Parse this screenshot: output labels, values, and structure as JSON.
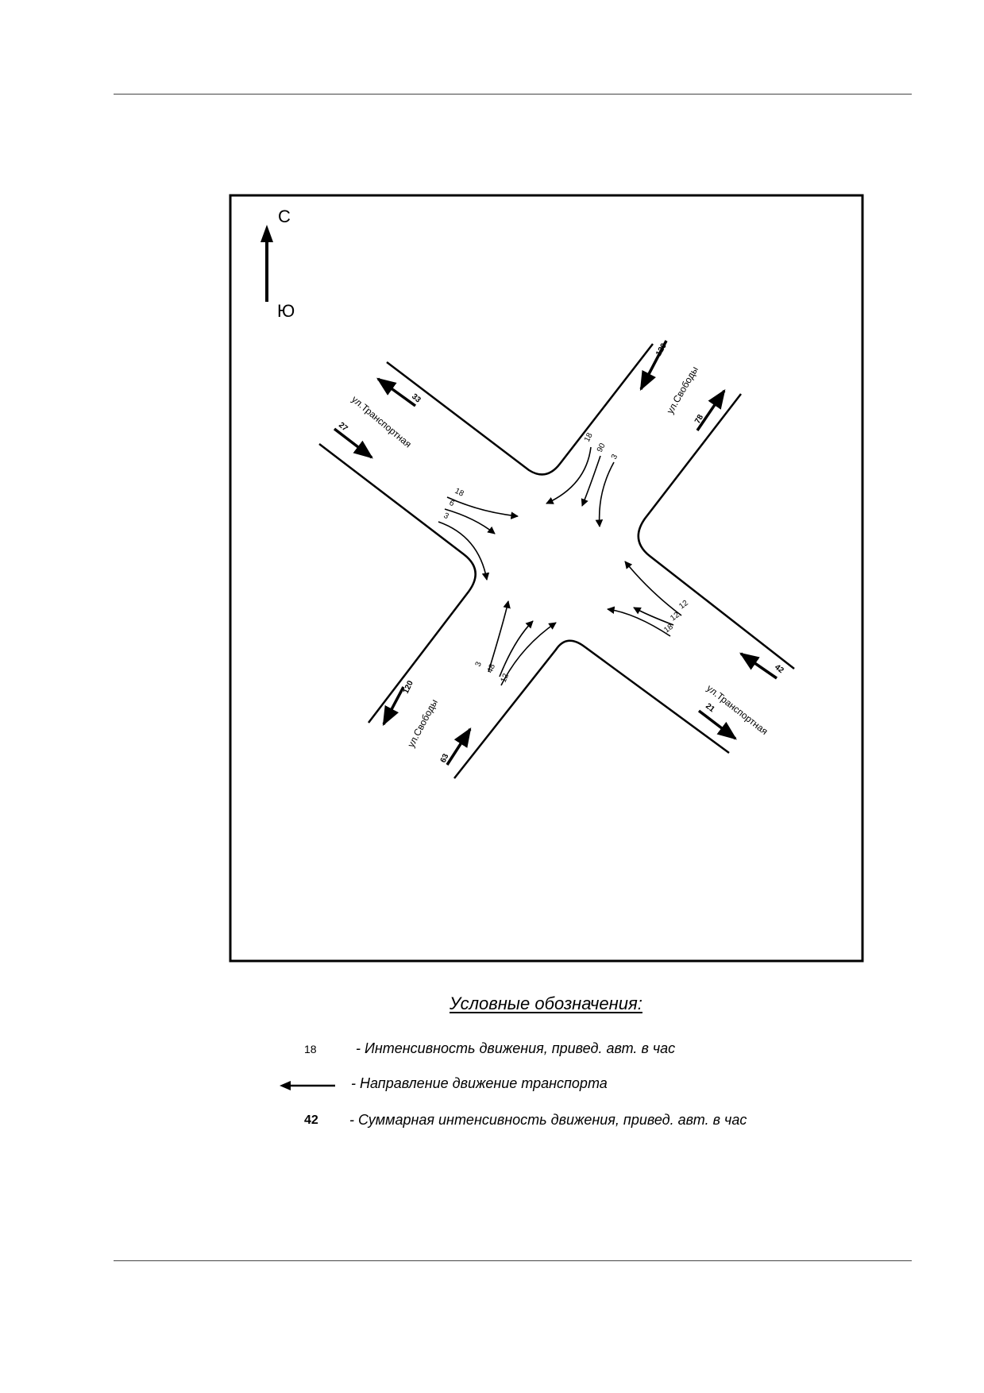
{
  "compass": {
    "north": "С",
    "south": "Ю"
  },
  "streets": {
    "transportnaya_nw": "ул.Транспортная",
    "transportnaya_se": "ул.Транспортная",
    "svobody_ne": "ул.Свободы",
    "svobody_sw": "ул.Свободы"
  },
  "totals": {
    "nw_out": "33",
    "nw_in": "27",
    "ne_in": "120",
    "ne_out": "78",
    "se_in": "42",
    "se_out": "21",
    "sw_out": "120",
    "sw_in": "63"
  },
  "movements": {
    "west": [
      "18",
      "6",
      "3"
    ],
    "north": [
      "18",
      "90",
      "3"
    ],
    "east": [
      "12",
      "12",
      "18"
    ],
    "south": [
      "3",
      "48",
      "12"
    ]
  },
  "legend": {
    "title": "Условные обозначения:",
    "items": [
      {
        "symbol": "18",
        "text": "- Интенсивность движения, привед. авт. в час"
      },
      {
        "symbol": "",
        "text": "- Направление движение транспорта"
      },
      {
        "symbol": "42",
        "text": "- Суммарная интенсивность движения, привед. авт. в час"
      }
    ]
  }
}
